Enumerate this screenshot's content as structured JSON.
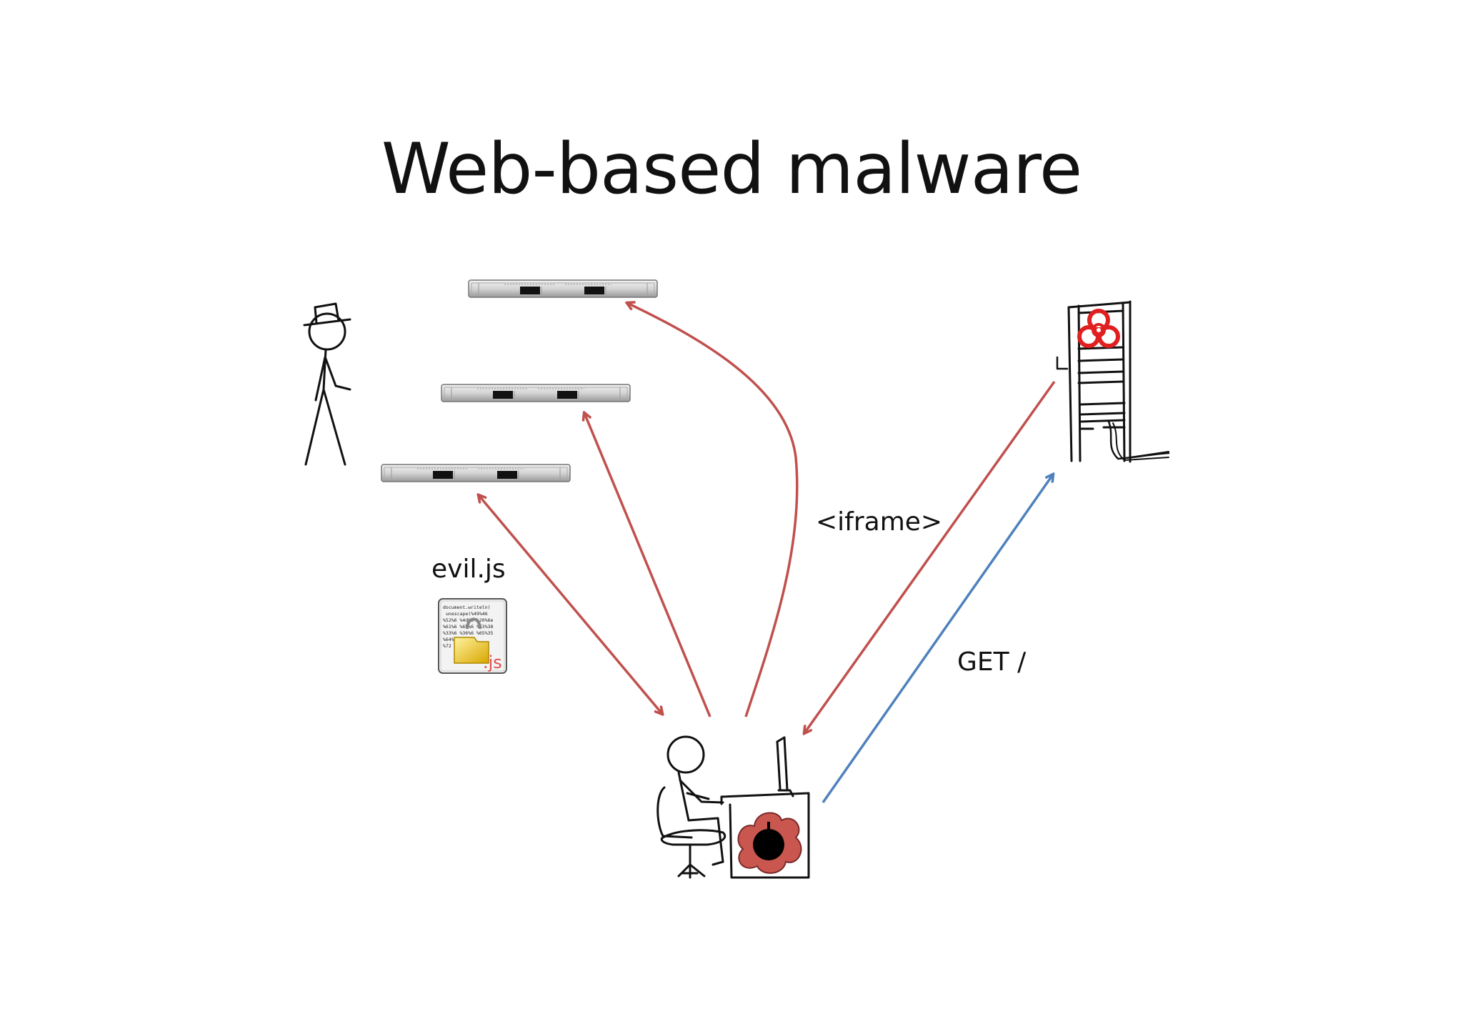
{
  "title": "Web-based malware",
  "labels": {
    "iframe": "<iframe>",
    "get": "GET /",
    "evil_js": "evil.js"
  },
  "js_file_icon": {
    "code_lines": [
      "document.writeln(",
      "unescape(%49%46",
      "%52%6 %4d%6 %20%6e",
      "%61%6 %65%6 %63%38",
      "%33%6 %36%6 %65%35",
      "%64% %30%73",
      "%72"
    ],
    "extension": ".js"
  },
  "colors": {
    "request_arrow": "#c0504d",
    "response_arrow": "#4f81bd",
    "biohazard": "#e02020",
    "bomb_cloud": "#c9574f"
  },
  "icons": [
    "attacker-figure",
    "server-icon",
    "malicious-server-icon",
    "victim-at-computer",
    "js-file-icon",
    "biohazard-icon",
    "bomb-icon"
  ]
}
